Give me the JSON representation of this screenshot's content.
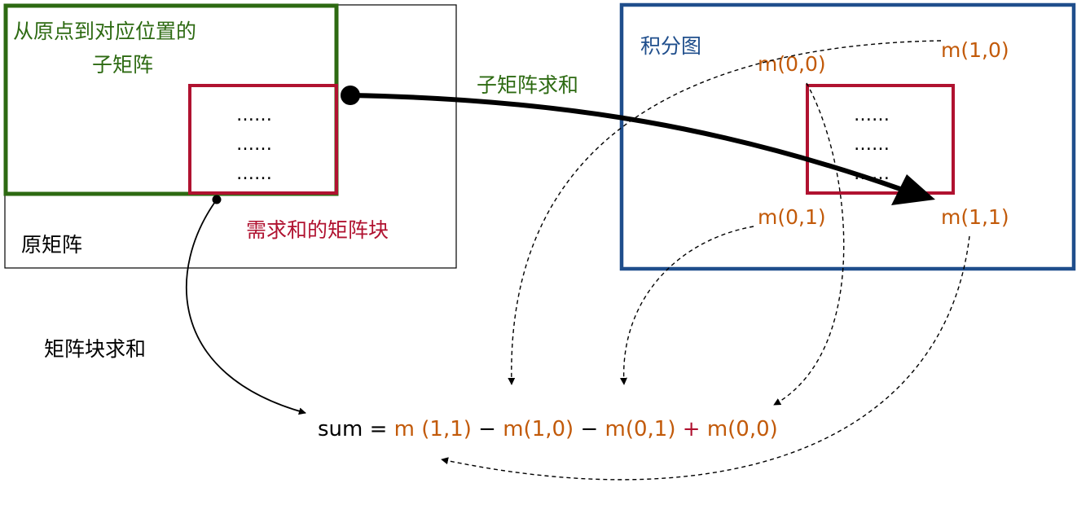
{
  "original_matrix": {
    "label": "原矩阵",
    "prefix_label_line1": "从原点到对应位置的",
    "prefix_label_line2": "子矩阵",
    "block_label": "需求和的矩阵块",
    "dots": [
      "……",
      "……",
      "……"
    ]
  },
  "integral_image": {
    "label": "积分图",
    "m00": "m(0,0)",
    "m10": "m(1,0)",
    "m01": "m(0,1)",
    "m11": "m(1,1)",
    "dots": [
      "……",
      "……",
      "……"
    ]
  },
  "arrows": {
    "submatrix_sum": "子矩阵求和",
    "block_sum": "矩阵块求和"
  },
  "formula": {
    "sum_eq": "sum = ",
    "t1": "m (1,1)",
    "minus1": " − ",
    "t2": "m(1,0)",
    "minus2": " − ",
    "t3": "m(0,1)",
    "plus": " + ",
    "t4": "m(0,0)"
  },
  "colors": {
    "green": "#2d6a12",
    "red": "#b01230",
    "blue": "#1f4e8c",
    "orange": "#c25a0a"
  }
}
